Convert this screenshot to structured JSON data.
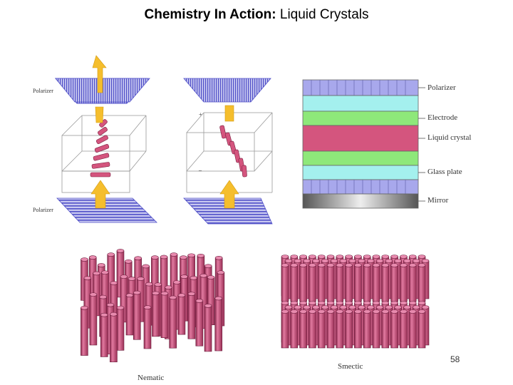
{
  "title": {
    "bold": "Chemistry In Action:",
    "normal": " Liquid Crystals"
  },
  "polarizer_diagram": {
    "top_label": "Polarizer",
    "bottom_label": "Polarizer",
    "cell_signs": [
      "+",
      "–"
    ]
  },
  "lcd_stack": {
    "layers": [
      {
        "label": "Polarizer",
        "color": "#a8a8ec"
      },
      {
        "label": "Electrode",
        "color": "#8ee87a"
      },
      {
        "label": "Liquid crystal",
        "color": "#d4557e"
      },
      {
        "label": "Glass plate",
        "color": "#a4f0ee"
      },
      {
        "label": "Mirror",
        "color": "#9a9a9a"
      }
    ]
  },
  "phases": {
    "nematic": "Nematic",
    "smectic": "Smectic"
  },
  "colors": {
    "arrow": "#f5be2d",
    "rod": "#d4557e",
    "rod_dark": "#7a2040"
  },
  "page_number": "58"
}
